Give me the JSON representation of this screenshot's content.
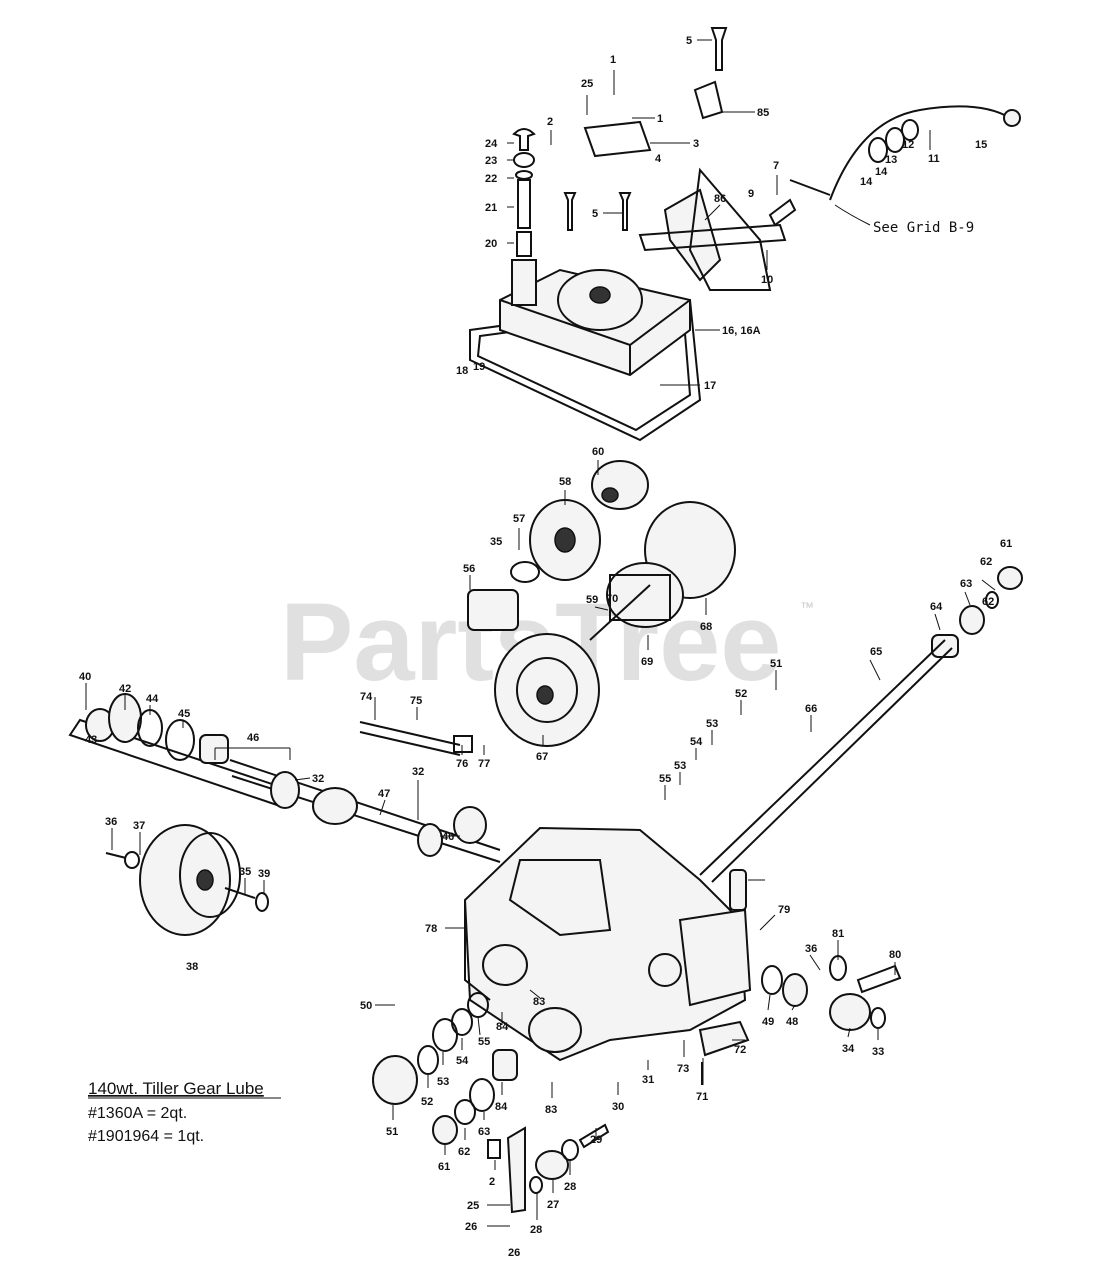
{
  "watermark": {
    "text": "PartsTree",
    "trademark": "™"
  },
  "grid_note": "See Grid B-9",
  "lube": {
    "title": "140wt. Tiller Gear Lube",
    "line1": "#1360A = 2qt.",
    "line2": "#1901964 = 1qt."
  },
  "callouts": [
    "1",
    "1",
    "2",
    "3",
    "4",
    "5",
    "5",
    "7",
    "9",
    "10",
    "11",
    "12",
    "13",
    "14",
    "14",
    "15",
    "16, 16A",
    "17",
    "18",
    "19",
    "20",
    "21",
    "22",
    "23",
    "24",
    "25",
    "85",
    "86",
    "56",
    "57",
    "58",
    "59",
    "60",
    "61",
    "62",
    "63",
    "64",
    "65",
    "66",
    "67",
    "68",
    "69",
    "70",
    "35",
    "40",
    "42",
    "43",
    "44",
    "45",
    "46",
    "32",
    "47",
    "32",
    "46",
    "74",
    "75",
    "76",
    "77",
    "36",
    "37",
    "38",
    "35",
    "39",
    "51",
    "52",
    "53",
    "54",
    "53",
    "55",
    "62",
    "78",
    "79",
    "81",
    "36",
    "80",
    "50",
    "83",
    "55",
    "54",
    "53",
    "52",
    "84",
    "51",
    "63",
    "62",
    "61",
    "84",
    "83",
    "49",
    "48",
    "34",
    "33",
    "73",
    "72",
    "71",
    "31",
    "30",
    "29",
    "28",
    "27",
    "26",
    "28",
    "25",
    "2",
    "26"
  ],
  "colors": {
    "ink": "#111111",
    "watermark": "#c8c8c8",
    "background": "#ffffff"
  }
}
